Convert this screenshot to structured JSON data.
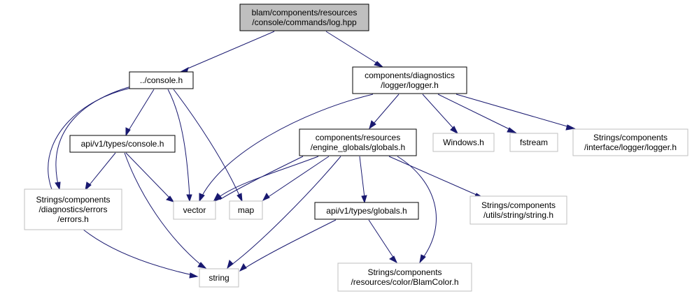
{
  "nodes": {
    "log_hpp": {
      "lines": [
        "blam/components/resources",
        "/console/commands/log.hpp"
      ],
      "style": "root"
    },
    "console_h": {
      "lines": [
        "../console.h"
      ],
      "style": "doc"
    },
    "logger_h": {
      "lines": [
        "components/diagnostics",
        "/logger/logger.h"
      ],
      "style": "doc"
    },
    "api_console_h": {
      "lines": [
        "api/v1/types/console.h"
      ],
      "style": "doc"
    },
    "globals_h": {
      "lines": [
        "components/resources",
        "/engine_globals/globals.h"
      ],
      "style": "doc"
    },
    "windows_h": {
      "lines": [
        "Windows.h"
      ],
      "style": "ext"
    },
    "fstream": {
      "lines": [
        "fstream"
      ],
      "style": "ext"
    },
    "interface_logger_h": {
      "lines": [
        "Strings/components",
        "/interface/logger/logger.h"
      ],
      "style": "ext"
    },
    "errors_h": {
      "lines": [
        "Strings/components",
        "/diagnostics/errors",
        "/errors.h"
      ],
      "style": "ext"
    },
    "vector": {
      "lines": [
        "vector"
      ],
      "style": "ext"
    },
    "map": {
      "lines": [
        "map"
      ],
      "style": "ext"
    },
    "api_globals_h": {
      "lines": [
        "api/v1/types/globals.h"
      ],
      "style": "doc"
    },
    "string_utils_h": {
      "lines": [
        "Strings/components",
        "/utils/string/string.h"
      ],
      "style": "ext"
    },
    "string": {
      "lines": [
        "string"
      ],
      "style": "ext"
    },
    "blamcolor_h": {
      "lines": [
        "Strings/components",
        "/resources/color/BlamColor.h"
      ],
      "style": "ext"
    }
  },
  "colors": {
    "root_fill": "#bfbfbf",
    "root_stroke": "#000000",
    "doc_fill": "#ffffff",
    "doc_stroke": "#000000",
    "ext_fill": "#ffffff",
    "ext_stroke": "#bfbfbf",
    "edge": "#191970"
  }
}
